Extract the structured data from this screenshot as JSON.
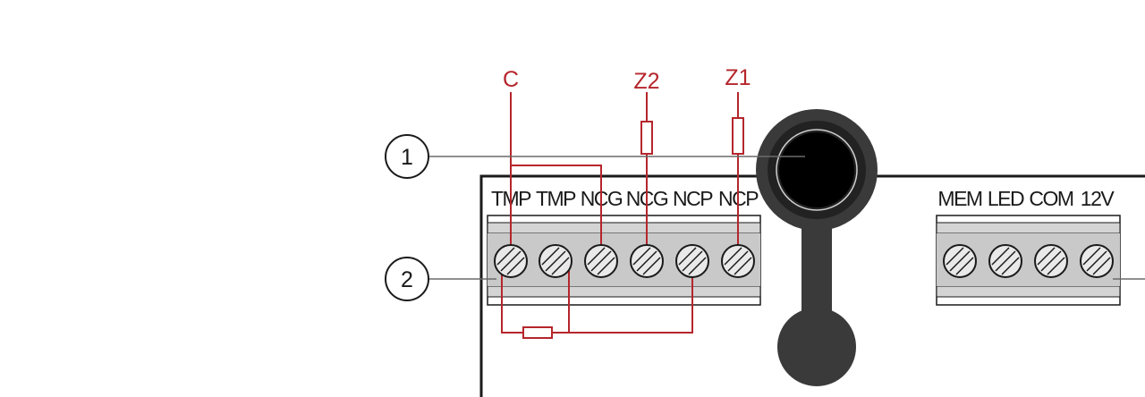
{
  "wire_labels": {
    "c": "C",
    "z2": "Z2",
    "z1": "Z1"
  },
  "callouts": {
    "one": "1",
    "two": "2"
  },
  "left_block": {
    "terminals": [
      "TMP",
      "TMP",
      "NCG",
      "NCG",
      "NCP",
      "NCP"
    ]
  },
  "right_block": {
    "terminals": [
      "MEM",
      "LED",
      "COM",
      "12V"
    ]
  },
  "colors": {
    "wire": "#b5262c",
    "outline": "#1a1a1a",
    "strip": "#d4d4d4",
    "screw": "#e9e9e9",
    "lens": "#000000",
    "housing": "#3a3a3a"
  }
}
